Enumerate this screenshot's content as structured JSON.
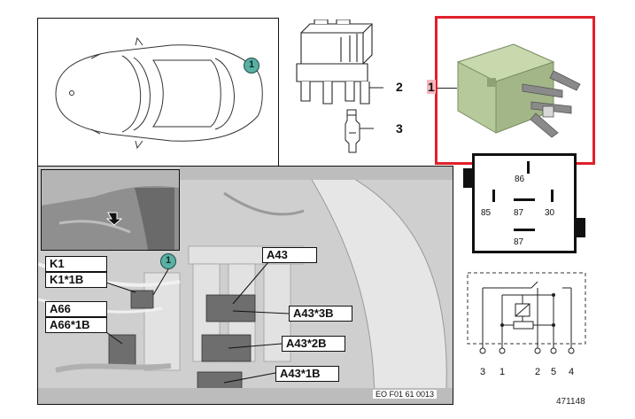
{
  "callout": {
    "badge": "1"
  },
  "parts": {
    "holder_num": "2",
    "terminal_num": "3",
    "relay_num": "1"
  },
  "relay_pins": {
    "p86": "86",
    "p85": "85",
    "p87": "87",
    "p30": "30",
    "p87b": "87"
  },
  "schematic_pins": [
    "3",
    "1",
    "2",
    "5",
    "4"
  ],
  "photo": {
    "labels": {
      "k1": "K1",
      "k1_1b": "K1*1B",
      "a66": "A66",
      "a66_1b": "A66*1B",
      "a43": "A43",
      "a43_3b": "A43*3B",
      "a43_2b": "A43*2B",
      "a43_1b": "A43*1B"
    },
    "ref": "EO F01 61 0013"
  },
  "figure_id": "471148",
  "colors": {
    "highlight": "#e0202a",
    "relay_body": "#b5c99a",
    "badge": "#5ab0a4"
  }
}
